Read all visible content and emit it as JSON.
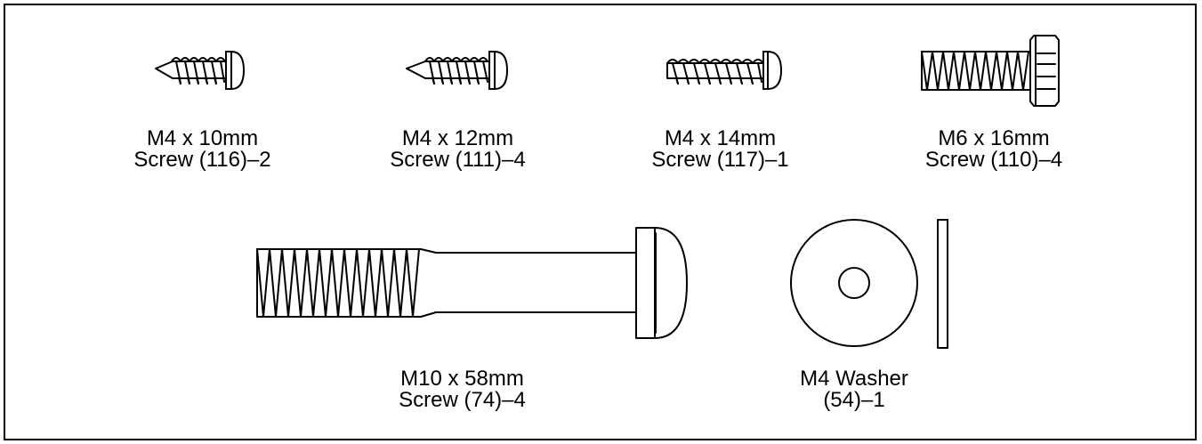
{
  "parts": [
    {
      "size": "M4 x 10mm",
      "desc": "Screw (116)–2"
    },
    {
      "size": "M4 x 12mm",
      "desc": "Screw (111)–4"
    },
    {
      "size": "M4 x 14mm",
      "desc": "Screw (117)–1"
    },
    {
      "size": "M6 x 16mm",
      "desc": "Screw (110)–4"
    },
    {
      "size": "M10 x 58mm",
      "desc": "Screw (74)–4"
    },
    {
      "size": "M4 Washer",
      "desc": "(54)–1"
    }
  ]
}
